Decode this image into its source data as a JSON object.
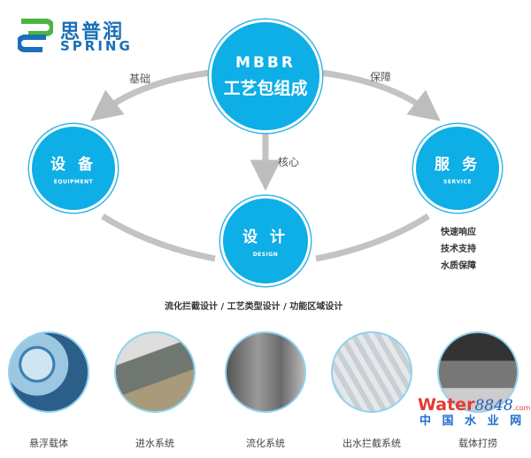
{
  "logo": {
    "cn": "思普润",
    "en": "SPRING"
  },
  "center": {
    "line1": "MBBR",
    "line2": "工艺包组成"
  },
  "nodes": {
    "equipment": {
      "cn": "设 备",
      "en": "EQUIPMENT"
    },
    "service": {
      "cn": "服 务",
      "en": "SERVICE"
    },
    "design": {
      "cn": "设 计",
      "en": "DESIGN"
    }
  },
  "arrows": {
    "left": "基础",
    "right": "保障",
    "down": "核心"
  },
  "service_items": [
    "快速响应",
    "技术支持",
    "水质保障"
  ],
  "design_note": "流化拦截设计 / 工艺类型设计 / 功能区域设计",
  "photos": [
    "悬浮载体",
    "进水系统",
    "流化系统",
    "出水拦截系统",
    "载体打捞"
  ],
  "watermark": {
    "brand": "Water",
    "num": "8848",
    ".com": ".com",
    "cn": "中 国 水 业 网"
  }
}
